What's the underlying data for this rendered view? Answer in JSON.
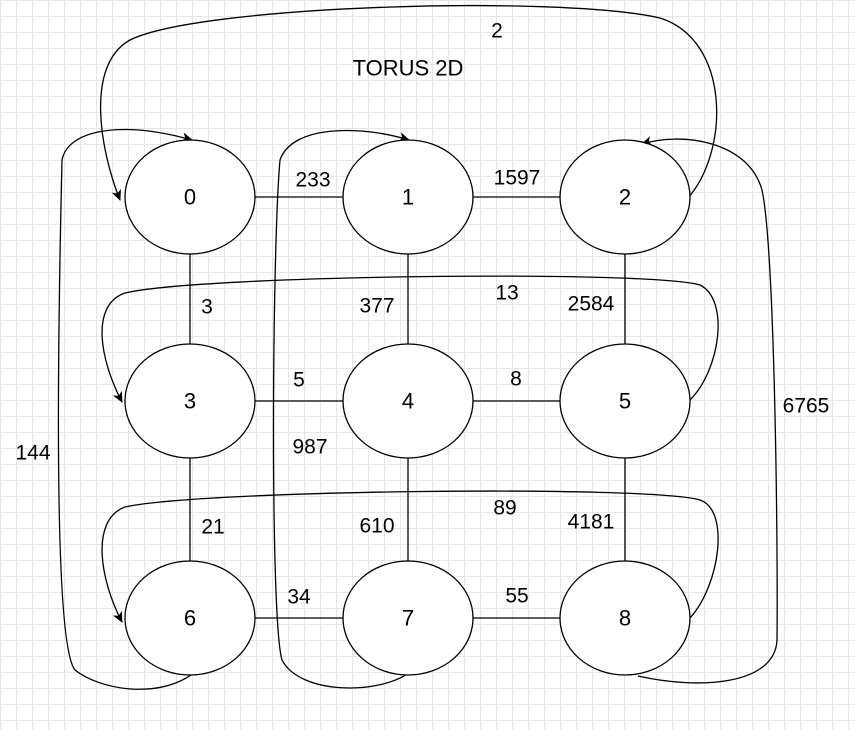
{
  "title": "TORUS 2D",
  "nodes": [
    "0",
    "1",
    "2",
    "3",
    "4",
    "5",
    "6",
    "7",
    "8"
  ],
  "edges": [
    {
      "from": "0",
      "to": "1",
      "label": "233"
    },
    {
      "from": "1",
      "to": "2",
      "label": "1597"
    },
    {
      "from": "3",
      "to": "4",
      "label": "5"
    },
    {
      "from": "4",
      "to": "5",
      "label": "8"
    },
    {
      "from": "6",
      "to": "7",
      "label": "34"
    },
    {
      "from": "7",
      "to": "8",
      "label": "55"
    },
    {
      "from": "0",
      "to": "3",
      "label": "3"
    },
    {
      "from": "1",
      "to": "4",
      "label": "377"
    },
    {
      "from": "2",
      "to": "5",
      "label": "2584"
    },
    {
      "from": "3",
      "to": "6",
      "label": "21"
    },
    {
      "from": "4",
      "to": "7",
      "label": "610"
    },
    {
      "from": "5",
      "to": "8",
      "label": "4181"
    },
    {
      "from": "2",
      "to": "0",
      "label": "2"
    },
    {
      "from": "5",
      "to": "3",
      "label": "13"
    },
    {
      "from": "8",
      "to": "6",
      "label": "89"
    },
    {
      "from": "6",
      "to": "0",
      "label": "144"
    },
    {
      "from": "7",
      "to": "1",
      "label": "987"
    },
    {
      "from": "8",
      "to": "2",
      "label": "6765"
    }
  ]
}
